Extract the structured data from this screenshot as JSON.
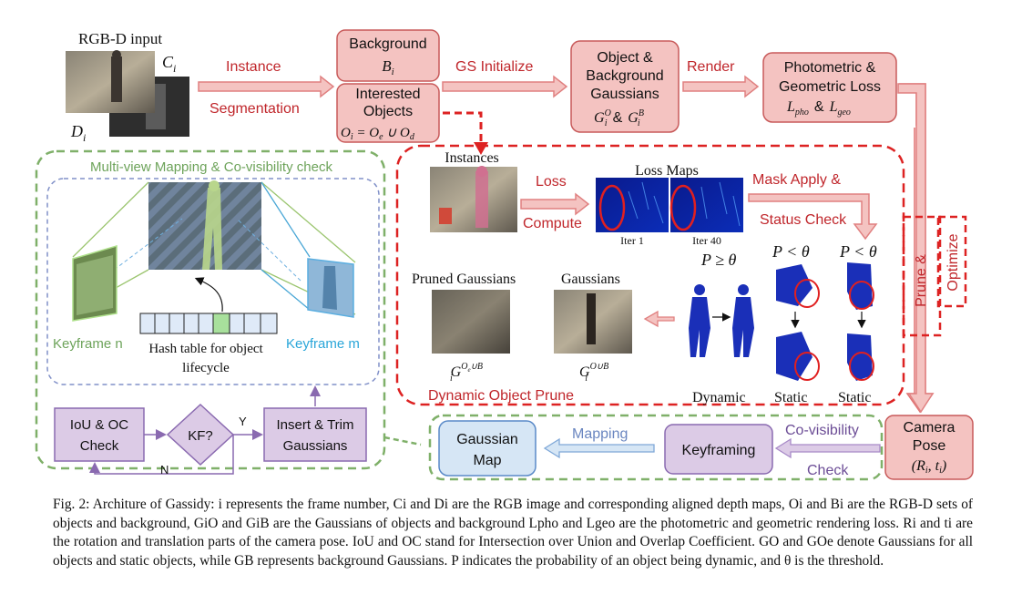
{
  "top": {
    "rgbd_label": "RGB-D input",
    "ci": "C",
    "ci_sub": "i",
    "di": "D",
    "di_sub": "i",
    "instance": "Instance",
    "segmentation": "Segmentation",
    "background_title": "Background",
    "bi": "B",
    "bi_sub": "i",
    "interested_line1": "Interested",
    "interested_line2": "Objects",
    "oi_formula": "O",
    "oi_rest": " = O",
    "oi_cup": " ∪ O",
    "gs_initialize": "GS Initialize",
    "obg_line1": "Object &",
    "obg_line2": "Background",
    "obg_line3": "Gaussians",
    "g_sym": "G",
    "amp": "&",
    "render": "Render",
    "loss_line1": "Photometric &",
    "loss_line2": "Geometric Loss",
    "l_sym": "L",
    "pho": "pho",
    "geo": "geo"
  },
  "left_panel": {
    "title": "Multi-view Mapping & Co-visibility check",
    "keyframe_n": "Keyframe n",
    "keyframe_m": "Keyframe m",
    "hash_line1": "Hash table for object",
    "hash_line2": "lifecycle",
    "iou_line1": "IoU & OC",
    "iou_line2": "Check",
    "kf": "KF?",
    "yes": "Y",
    "no": "N",
    "insert_line1": "Insert & Trim",
    "insert_line2": "Gaussians"
  },
  "mid_panel": {
    "instances": "Instances",
    "loss": "Loss",
    "compute": "Compute",
    "loss_maps": "Loss Maps",
    "iter1": "Iter 1",
    "iter40": "Iter 40",
    "mask_apply": "Mask Apply &",
    "status_check": "Status Check",
    "p_ge": "P ≥ θ",
    "p_lt": "P < θ",
    "pruned_gaussians": "Pruned Gaussians",
    "gaussians": "Gaussians",
    "goeb_sup": "O",
    "goeb_sup_rest": "∪B",
    "gob_sup": "O∪B",
    "dynamic_prune": "Dynamic Object Prune",
    "dynamic": "Dynamic",
    "static": "Static"
  },
  "right": {
    "prune": "Prune &",
    "optimize": "Optimize",
    "camera_line1": "Camera",
    "camera_line2": "Pose",
    "camera_formula": "(R",
    "camera_formula_mid": ", t",
    "camera_formula_end": ")",
    "co_visibility": "Co-visibility",
    "check": "Check",
    "keyframing": "Keyframing",
    "mapping": "Mapping",
    "map_line1": "Gaussian",
    "map_line2": "Map"
  },
  "caption": {
    "fig": "Fig. 2:",
    "body": "Architure of Gassidy: i represents the frame number, Ci and Di are the RGB image and corresponding aligned depth maps, Oi and Bi are the RGB-D sets of objects and background, GiO and GiB are the Gaussians of objects and background Lpho and Lgeo are the photometric and geometric rendering loss. Ri and ti are the rotation and translation parts of the camera pose. IoU and OC stand for Intersection over Union and Overlap Coefficient. GO and GOe denote Gaussians for all objects and static objects, while GB represents background Gaussians. P indicates the probability of an object being dynamic, and θ is the threshold."
  },
  "colors": {
    "red_box_fill": "#f4c3c1",
    "red_box_stroke": "#c85a5a",
    "red_text": "#c0262b",
    "green_dash": "#7fb069",
    "purple_fill": "#dccbe6",
    "blue_fill": "#d6e6f5"
  }
}
